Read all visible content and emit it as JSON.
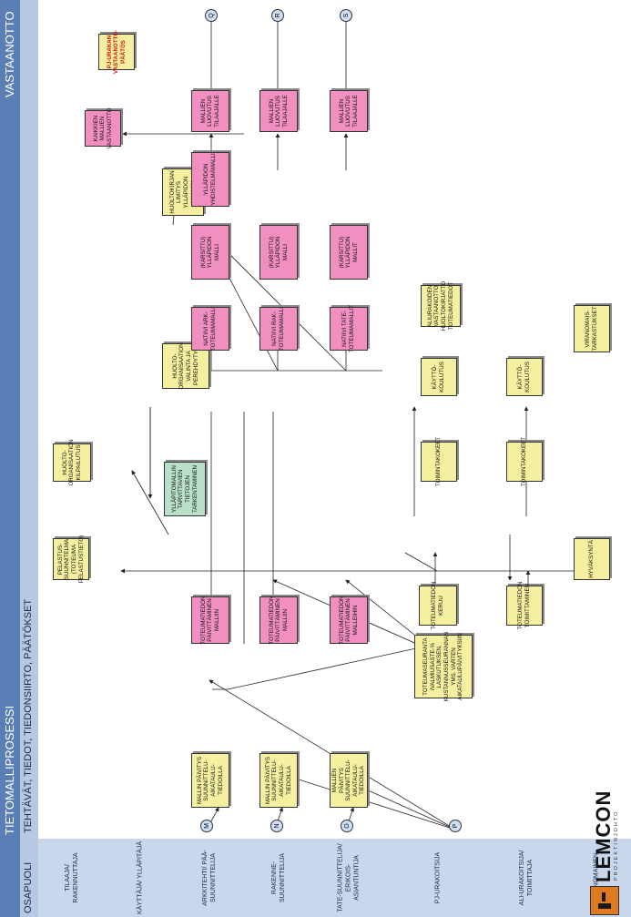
{
  "header": {
    "title": "TIETOMALLIPROSESSI",
    "phase": "VASTAANOTTO",
    "participant_col": "OSAPUOLI",
    "tasks_col": "TEHTÄVÄT, TIEDOT, TIEDONSIIRTO, PÄÄTÖKSET"
  },
  "logo": {
    "name": "LEMCON",
    "sub": "PROJEKTINJOHTO"
  },
  "lanes": [
    {
      "label": "TILAAJA/ RAKENNUTTAJA"
    },
    {
      "label": "KÄYTTÄJÄ/ YLLÄPITÄJÄ"
    },
    {
      "label": "ARKKITEHTI/ PÄÄ-SUUNNITTELIJA"
    },
    {
      "label": "RAKENNE-SUUNNITTELIJA"
    },
    {
      "label": "TATE-SUUNNITTELIJA/ ERIKOIS-ASIANTUNTIJA"
    },
    {
      "label": "PJ-URAKOITSIJA"
    },
    {
      "label": "ALI-URAKOITSIJA/ TOIMITTAJA"
    },
    {
      "label": "VIRANOMAINEN"
    }
  ],
  "boxes": {
    "pelastussuunnitelma": "PELASTUS-SUUNNITELMA (TOTEUMA PELASTUSTIETO)",
    "huolto_kilpailutus": "HUOLTO-ORGANISAATION KILPAILUTUS",
    "huolto_valinta": "HUOLTO-ORGANISAATION VALINTA JA PEREHDYTYS",
    "huoltokirja": "HUOLTOKIRJAN LIMITYS YLLÄPIDON MALLIIN",
    "kaikki_vastaanotto": "KAIKKIEN MALLIEN VASTAANOTTO",
    "pj_paatos": "PJ-URAKAN VASTAANOTTO-PÄÄTÖS",
    "yllapito_tarkentaminen": "YLLÄPITOMALLIN TARVITTAVIEN TIETOJEN TARKENTAMINEN",
    "ark_paivitys": "MALLIN PÄIVITYS SUUNNITTELU-AIKATAULU-TIEDOILLA",
    "ark_toteuma": "TOTEUMATIEDON PÄIVITTÄMINEN MALLIIN",
    "ark_nativi": "NATIIVI ARK-TOTEUMAMALLI",
    "ark_karsittu": "(KARSITTU) YLLÄPIDON MALLI",
    "yhdistelma": "YLLÄPIDON YHDISTELMÄMALLI",
    "ark_luovutus": "MALLIEN LUOVUTUS TILAAJALLE",
    "rak_paivitys": "MALLIN PÄIVITYS SUUNNITTELU-AIKATAULU-TIEDOILLA",
    "rak_toteuma": "TOTEUMATIEDON PÄIVITTÄMINEN MALLIIN",
    "rak_nativi": "NATIIVI RAK-TOTEUMAMALLI",
    "rak_karsittu": "(KARSITTU) YLLÄPIDON MALLI",
    "rak_luovutus": "MALLIEN LUOVUTUS TILAAJALLE",
    "tate_paivitys": "MALLIEN PÄIVITYS SUUNNITTELU-AIKATAULU-TIEDOILLA",
    "tate_toteuma": "TOTEUMATIEDON PÄIVITTÄMINEN MALLEIHIN",
    "tate_nativi": "NATIIVI TATE-TOTEUMAMALLIT",
    "tate_karsittu": "(KARSITTU) YLLÄPIDON MALLIT",
    "tate_luovutus": "MALLIEN LUOVUTUS TILAAJALLE",
    "toteumaseuranta": "TOTEUMASEURANTA /VALMIUSASTE-% LASKUTUKSEN, KUSTANNUSSEURANNAN YMS. VARTEN AIKATAULUPÄIVITYKSIIN",
    "toteuma_keruu": "TOTEUMATIEDON KERUU",
    "pj_toimintakokeet": "TOIMINTAKOKEET",
    "pj_kayttokoulutus": "KÄYTTÖ-KOULUTUS",
    "aliurakoiden_vastaanotto": "ALIURAKOIDEN VASTAANOTTO HUOLTOKIRJATTO TOTEUMATIEDOT",
    "ali_toteuma": "TOTEUMATIEDON TOIMITTAMINEN",
    "ali_toimintakokeet": "TOIMINTAKOKEET",
    "ali_kayttokoulutus": "KÄYTTÖ-KOULUTUS",
    "hyvaksynta": "HYVÄKSYNTÄ",
    "viranomaistarkastukset": "VIRANOMAIS-TARKASTUKSET"
  },
  "connectors": {
    "M": "M",
    "N": "N",
    "O": "O",
    "P": "P",
    "Q": "Q",
    "R": "R",
    "S": "S"
  },
  "colors": {
    "header": "#5b7fb5",
    "lane": "#c9d7ec",
    "pink": "#f08fc0",
    "yellow": "#f5f0a0",
    "green": "#b8dfc8"
  }
}
